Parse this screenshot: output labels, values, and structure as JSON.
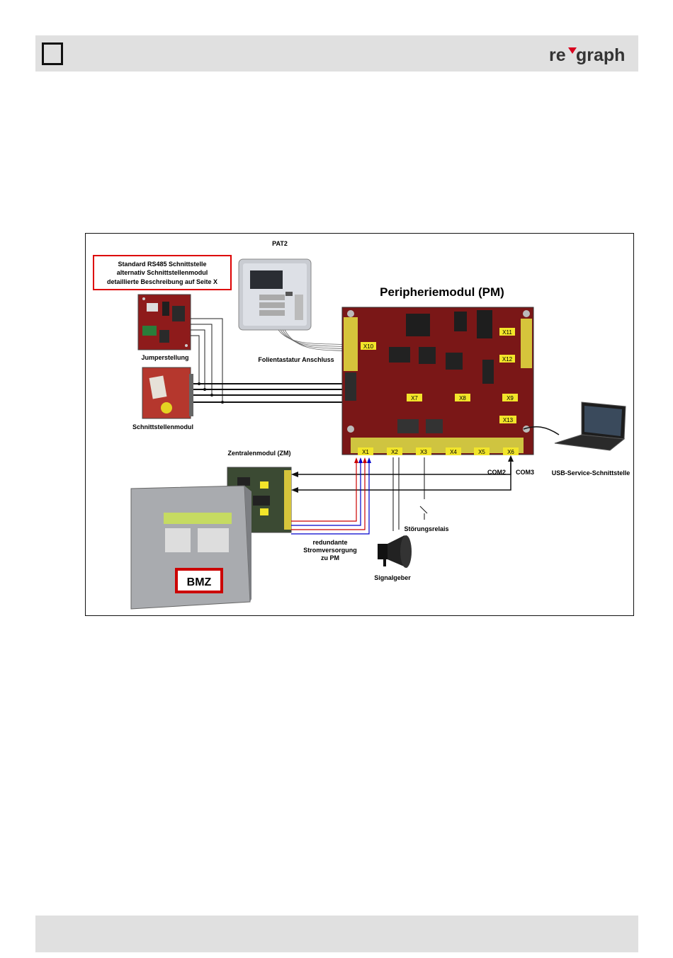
{
  "header": {
    "logo_left": "re",
    "logo_right": "graph"
  },
  "diagram": {
    "pat_title": "PAT2",
    "info_box": [
      "Standard RS485 Schnittstelle",
      "alternativ Schnittstellenmodul",
      "detaillierte Beschreibung auf Seite X"
    ],
    "pm_title": "Peripheriemodul (PM)",
    "jumper_label": "Jumperstellung",
    "folien_label": "Folientastatur Anschluss",
    "schnitt_label": "Schnittstellenmodul",
    "zm_label": "Zentralenmodul (ZM)",
    "usb_label": "USB-Service-Schnittstelle",
    "com2": "COM2",
    "com3": "COM3",
    "stoer_label": "Störungsrelais",
    "power_label": [
      "redundante",
      "Stromversorgung",
      "zu PM"
    ],
    "signal_label": "Signalgeber",
    "bmz_label": "BMZ",
    "connectors": [
      "X10",
      "X11",
      "X12",
      "X7",
      "X8",
      "X9",
      "X13"
    ],
    "bottom_connectors": [
      "X1",
      "X2",
      "X3",
      "X4",
      "X5",
      "X6"
    ]
  }
}
